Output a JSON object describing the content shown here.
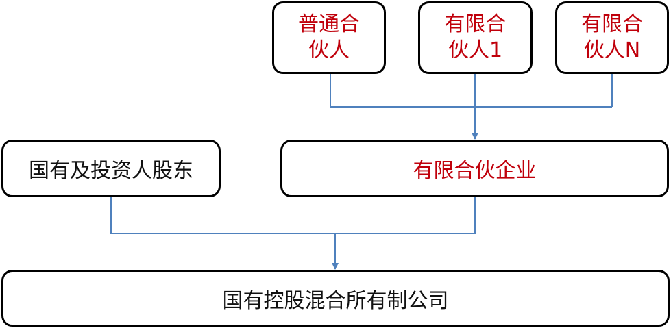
{
  "partners": {
    "general_partner": "普通合\n伙人",
    "limited_partner_1": "有限合\n伙人1",
    "limited_partner_n": "有限合\n伙人N"
  },
  "middle": {
    "state_investor": "国有及投资人股东",
    "limited_partnership": "有限合伙企业"
  },
  "bottom": {
    "company": "国有控股混合所有制公司"
  },
  "colors": {
    "red_text": "#c0000b",
    "connector": "#4f81bd"
  }
}
